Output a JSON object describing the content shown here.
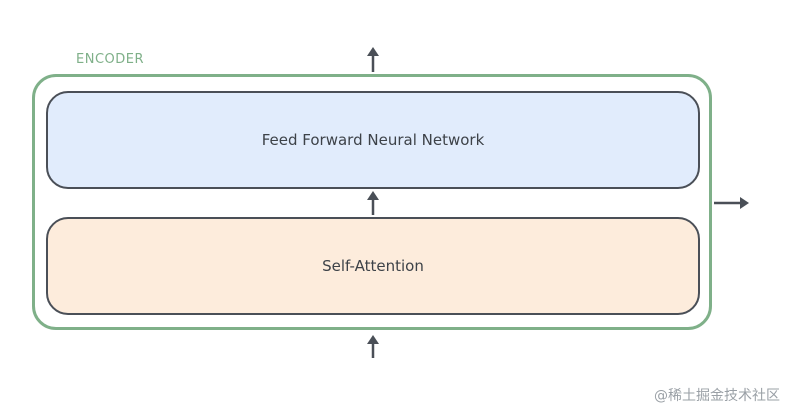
{
  "encoder": {
    "label": "ENCODER",
    "border_color": "#7fb089"
  },
  "layers": {
    "feed_forward": {
      "label": "Feed Forward Neural Network",
      "fill_color": "#e1ecfc"
    },
    "self_attention": {
      "label": "Self-Attention",
      "fill_color": "#fdecdc"
    }
  },
  "arrows": {
    "color": "#4a4f57",
    "icons": [
      "arrow-up-icon",
      "arrow-right-icon"
    ]
  },
  "watermark": {
    "text": "@稀土掘金技术社区"
  }
}
